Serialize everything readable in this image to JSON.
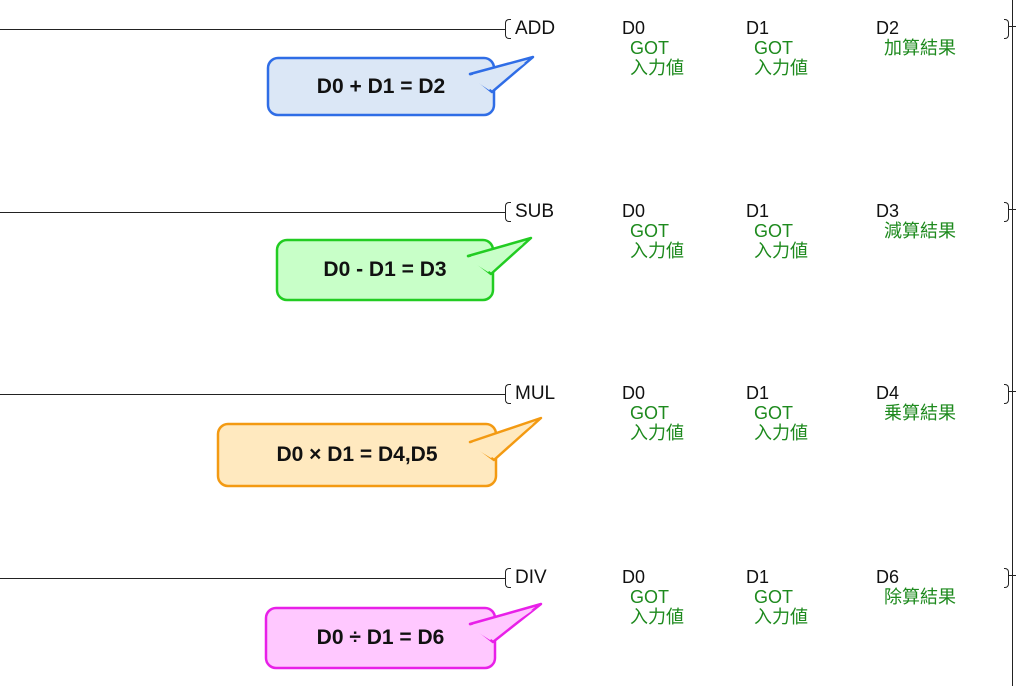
{
  "rungs": [
    {
      "instruction": "ADD",
      "operands": [
        {
          "device": "D0",
          "comment": "GOT\n入力値"
        },
        {
          "device": "D1",
          "comment": "GOT\n入力値"
        },
        {
          "device": "D2",
          "comment": "加算結果"
        }
      ],
      "callout": {
        "text": "D0 + D1 = D2",
        "fill": "#dbe7f6",
        "stroke": "#2f6de6"
      }
    },
    {
      "instruction": "SUB",
      "operands": [
        {
          "device": "D0",
          "comment": "GOT\n入力値"
        },
        {
          "device": "D1",
          "comment": "GOT\n入力値"
        },
        {
          "device": "D3",
          "comment": "減算結果"
        }
      ],
      "callout": {
        "text": "D0 - D1 = D3",
        "fill": "#c8ffc8",
        "stroke": "#22cc22"
      }
    },
    {
      "instruction": "MUL",
      "operands": [
        {
          "device": "D0",
          "comment": "GOT\n入力値"
        },
        {
          "device": "D1",
          "comment": "GOT\n入力値"
        },
        {
          "device": "D4",
          "comment": "乗算結果"
        }
      ],
      "callout": {
        "text": "D0 × D1 = D4,D5",
        "fill": "#ffe9bf",
        "stroke": "#f39a12"
      }
    },
    {
      "instruction": "DIV",
      "operands": [
        {
          "device": "D0",
          "comment": "GOT\n入力値"
        },
        {
          "device": "D1",
          "comment": "GOT\n入力値"
        },
        {
          "device": "D6",
          "comment": "除算結果"
        }
      ],
      "callout": {
        "text": "D0 ÷ D1 = D6",
        "fill": "#ffc8ff",
        "stroke": "#e820e8"
      }
    }
  ]
}
